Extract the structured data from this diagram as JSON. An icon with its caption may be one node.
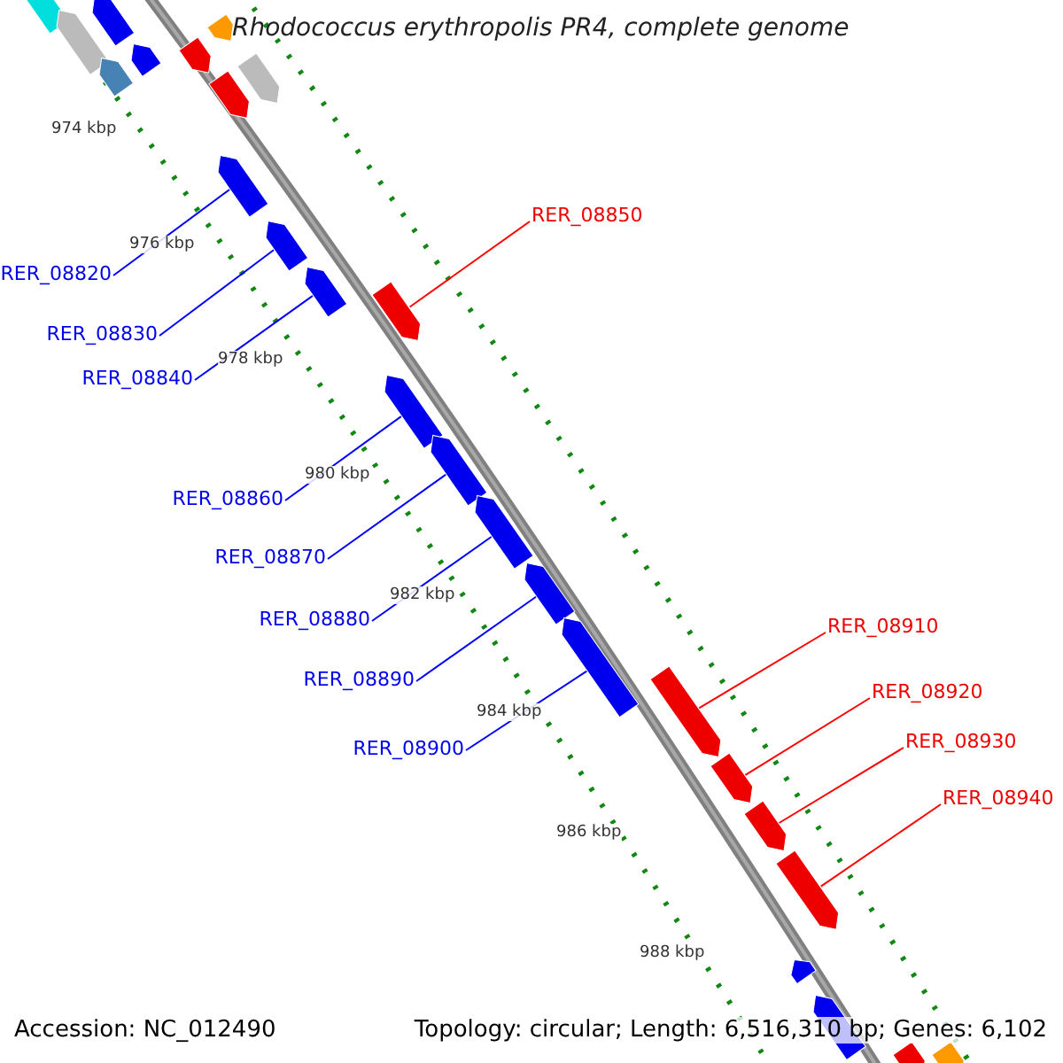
{
  "diagram": {
    "title": "Rhodococcus erythropolis PR4, complete genome",
    "nodes": [
      {
        "text": [
          "RER_08820"
        ]
      },
      {
        "text": [
          "RER_08830"
        ]
      },
      {
        "text": [
          "RER_08840"
        ]
      },
      {
        "text": [
          "RER_08850"
        ]
      },
      {
        "text": [
          "RER_08860"
        ]
      },
      {
        "text": [
          "RER_08870"
        ]
      },
      {
        "text": [
          "RER_08880"
        ]
      },
      {
        "text": [
          "RER_08890"
        ]
      },
      {
        "text": [
          "RER_08900"
        ]
      },
      {
        "text": [
          "RER_08910"
        ]
      },
      {
        "text": [
          "RER_08920"
        ]
      },
      {
        "text": [
          "RER_08930"
        ]
      },
      {
        "text": [
          "RER_08940"
        ]
      },
      {
        "text": [],
        "shape": "arrow"
      },
      {
        "text": [],
        "shape": "arrow"
      },
      {
        "text": [],
        "shape": "arrow"
      },
      {
        "text": [],
        "shape": "arrow"
      },
      {
        "text": [],
        "shape": "arrow"
      },
      {
        "text": [],
        "shape": "arrow"
      },
      {
        "text": [],
        "shape": "arrow"
      },
      {
        "text": [],
        "shape": "arrow"
      },
      {
        "text": [],
        "shape": "arrow"
      },
      {
        "text": [],
        "shape": "arrow"
      },
      {
        "text": [],
        "shape": "arrow"
      },
      {
        "text": [],
        "shape": "arrow"
      },
      {
        "text": [],
        "shape": "arrow"
      },
      {
        "text": [],
        "shape": "arrow"
      },
      {
        "text": [],
        "shape": "arrow"
      },
      {
        "text": [],
        "shape": "arrow"
      },
      {
        "text": [],
        "shape": "arrow"
      },
      {
        "text": [],
        "shape": "arrow"
      },
      {
        "text": [],
        "shape": "arrow"
      },
      {
        "text": [],
        "shape": "arrow"
      },
      {
        "text": [],
        "shape": "arrow"
      },
      {
        "text": [],
        "shape": "arrow"
      },
      {
        "text": [],
        "shape": "arrow"
      },
      {
        "text": [],
        "shape": "arrow"
      },
      {
        "text": [],
        "shape": "arrow"
      },
      {
        "text": [],
        "shape": "arrow"
      }
    ],
    "edges": [
      {
        "from": 0,
        "to": 13,
        "arrow": "none"
      },
      {
        "from": 1,
        "to": 14,
        "arrow": "none"
      },
      {
        "from": 2,
        "to": 15,
        "arrow": "none"
      },
      {
        "from": 3,
        "to": 16,
        "arrow": "none",
        "color": "#ff0000"
      },
      {
        "from": 4,
        "to": 17,
        "arrow": "none"
      },
      {
        "from": 5,
        "to": 18,
        "arrow": "none"
      },
      {
        "from": 6,
        "to": 19,
        "arrow": "none"
      },
      {
        "from": 7,
        "to": 20,
        "arrow": "none"
      },
      {
        "from": 8,
        "to": 21,
        "arrow": "none"
      },
      {
        "from": 9,
        "to": 22,
        "arrow": "none",
        "color": "#ff0000"
      },
      {
        "from": 10,
        "to": 23,
        "arrow": "none",
        "color": "#ff0000"
      },
      {
        "from": 11,
        "to": 24,
        "arrow": "none",
        "color": "#ff0000"
      },
      {
        "from": 12,
        "to": 25,
        "arrow": "none",
        "color": "#ff0000"
      }
    ],
    "labels": [
      "974 kbp",
      "976 kbp",
      "978 kbp",
      "980 kbp",
      "982 kbp",
      "984 kbp",
      "986 kbp",
      "988 kbp",
      "Accession: NC_012490",
      "Topology: circular; Length: 6,516,310 bp; Genes: 6,102"
    ]
  }
}
